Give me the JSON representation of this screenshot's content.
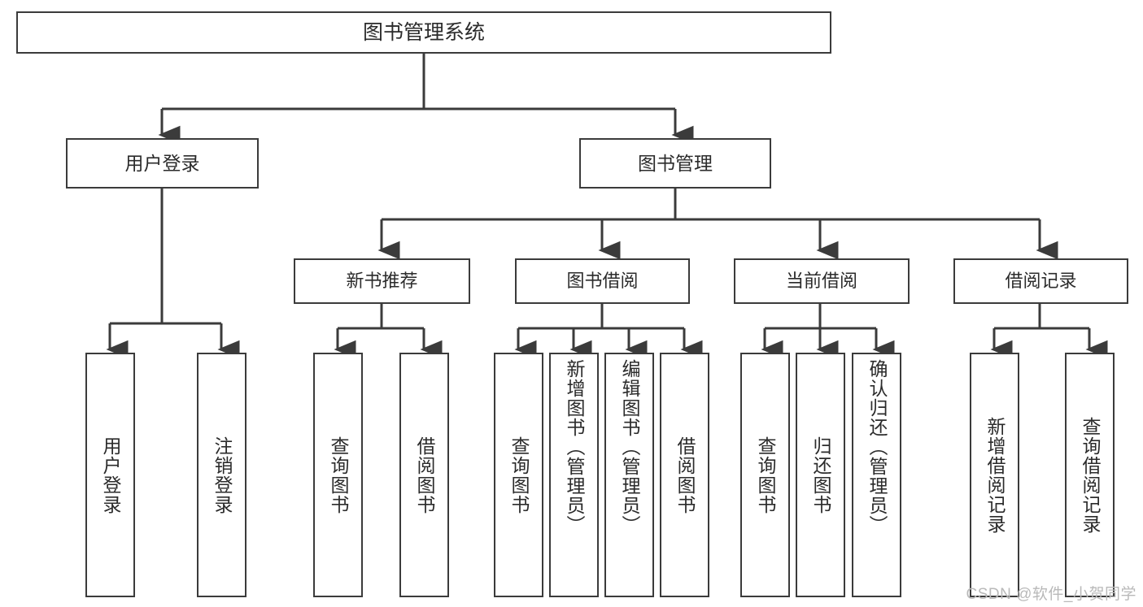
{
  "diagram": {
    "title": "图书管理系统",
    "type": "tree-hierarchy-chart",
    "stroke_color": "#3b3b3b",
    "text_color": "#2b2b2b",
    "background_color": "#ffffff",
    "root": {
      "label": "图书管理系统"
    },
    "level1": [
      {
        "label": "用户登录"
      },
      {
        "label": "图书管理"
      }
    ],
    "level2": [
      {
        "label": "新书推荐"
      },
      {
        "label": "图书借阅"
      },
      {
        "label": "当前借阅"
      },
      {
        "label": "借阅记录"
      }
    ],
    "leaves": {
      "user_login": [
        {
          "label": "用户登录"
        },
        {
          "label": "注销登录"
        }
      ],
      "new_book_recommend": [
        {
          "label": "查询图书"
        },
        {
          "label": "借阅图书"
        }
      ],
      "book_borrow": [
        {
          "label": "查询图书"
        },
        {
          "label": "新增图书（管理员）"
        },
        {
          "label": "编辑图书（管理员）"
        },
        {
          "label": "借阅图书"
        }
      ],
      "current_borrow": [
        {
          "label": "查询图书"
        },
        {
          "label": "归还图书"
        },
        {
          "label": "确认归还（管理员）"
        }
      ],
      "borrow_record": [
        {
          "label": "新增借阅记录"
        },
        {
          "label": "查询借阅记录"
        }
      ]
    }
  },
  "watermark": {
    "text": "CSDN @软件_小贺同学"
  }
}
